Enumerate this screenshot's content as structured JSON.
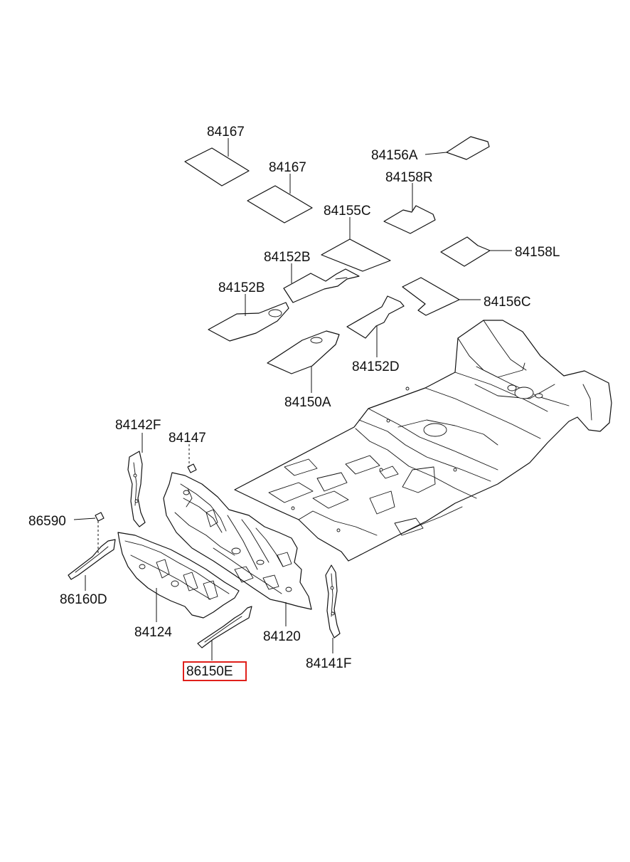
{
  "highlight_color": "#e0201b",
  "labels": {
    "p84167_a": "84167",
    "p84167_b": "84167",
    "p84156A": "84156A",
    "p84158R": "84158R",
    "p84155C": "84155C",
    "p84158L": "84158L",
    "p84152B_a": "84152B",
    "p84152B_b": "84152B",
    "p84156C": "84156C",
    "p84152D": "84152D",
    "p84150A": "84150A",
    "p84142F": "84142F",
    "p84147": "84147",
    "p86590": "86590",
    "p86160D": "86160D",
    "p84124": "84124",
    "p84120": "84120",
    "p86150E": "86150E",
    "p84141F": "84141F"
  },
  "highlighted_part": "86150E"
}
